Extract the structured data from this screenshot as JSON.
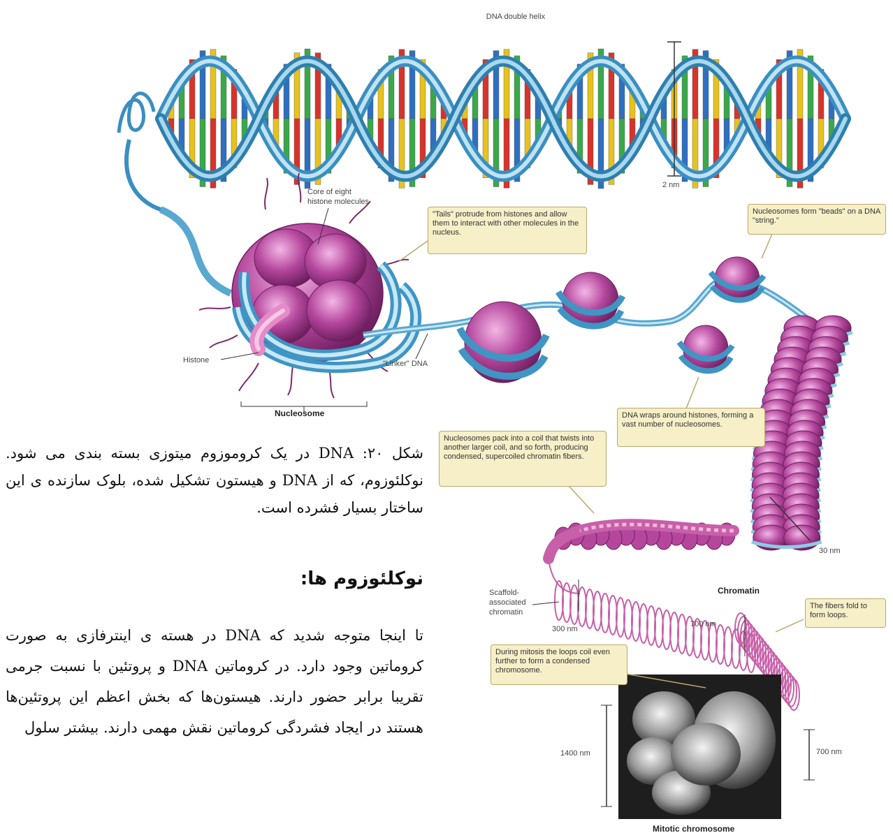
{
  "figure": {
    "labels": {
      "dna_double_helix": "DNA double helix",
      "two_nm": "2 nm",
      "core_histones": [
        "Core of eight",
        "histone molecules"
      ],
      "histone": "Histone",
      "linker_dna": "\"Linker\" DNA",
      "nucleosome": "Nucleosome",
      "thirty_nm": "30 nm",
      "chromatin": "Chromatin",
      "scaffold": [
        "Scaffold-",
        "associated",
        "chromatin"
      ],
      "three_hundred_nm": "300 nm",
      "seven_hundred_nm_loops": "700 nm",
      "fourteen_hundred_nm": "1400 nm",
      "seven_hundred_nm": "700 nm",
      "mitotic_chromosome": "Mitotic chromosome"
    },
    "callouts": {
      "tails": "\"Tails\" protrude from histones and allow them to interact with other molecules in the nucleus.",
      "beads": "Nucleosomes form \"beads\" on a DNA \"string.\"",
      "wraps": "DNA wraps around histones, forming a vast number of nucleosomes.",
      "coil": "Nucleosomes pack into a coil that twists into another larger coil, and so forth, producing condensed, supercoiled chromatin fibers.",
      "fold": "The fibers fold to form loops.",
      "mitosis": "During mitosis the loops coil even further to form a condensed chromosome."
    }
  },
  "text": {
    "caption": "شکل ۲۰: DNA در یک کروموزوم میتوزی بسته بندی می شود. نوکلئوزوم، که از DNA و هیستون تشکیل شده، بلوک سازنده ی این ساختار بسیار فشرده است.",
    "heading": "نوکلئوزوم ها:",
    "body": "تا اینجا متوجه شدید که DNA در هسته ی اینترفازی به صورت کروماتین وجود دارد. در کروماتین DNA و پروتئین با نسبت جرمی تقریبا برابر حضور دارند. هیستون‌ها که بخش اعظم این پروتئین‌ها هستند در ایجاد فشردگی کروماتین نقش مهمی دارند. بیشتر سلول"
  }
}
